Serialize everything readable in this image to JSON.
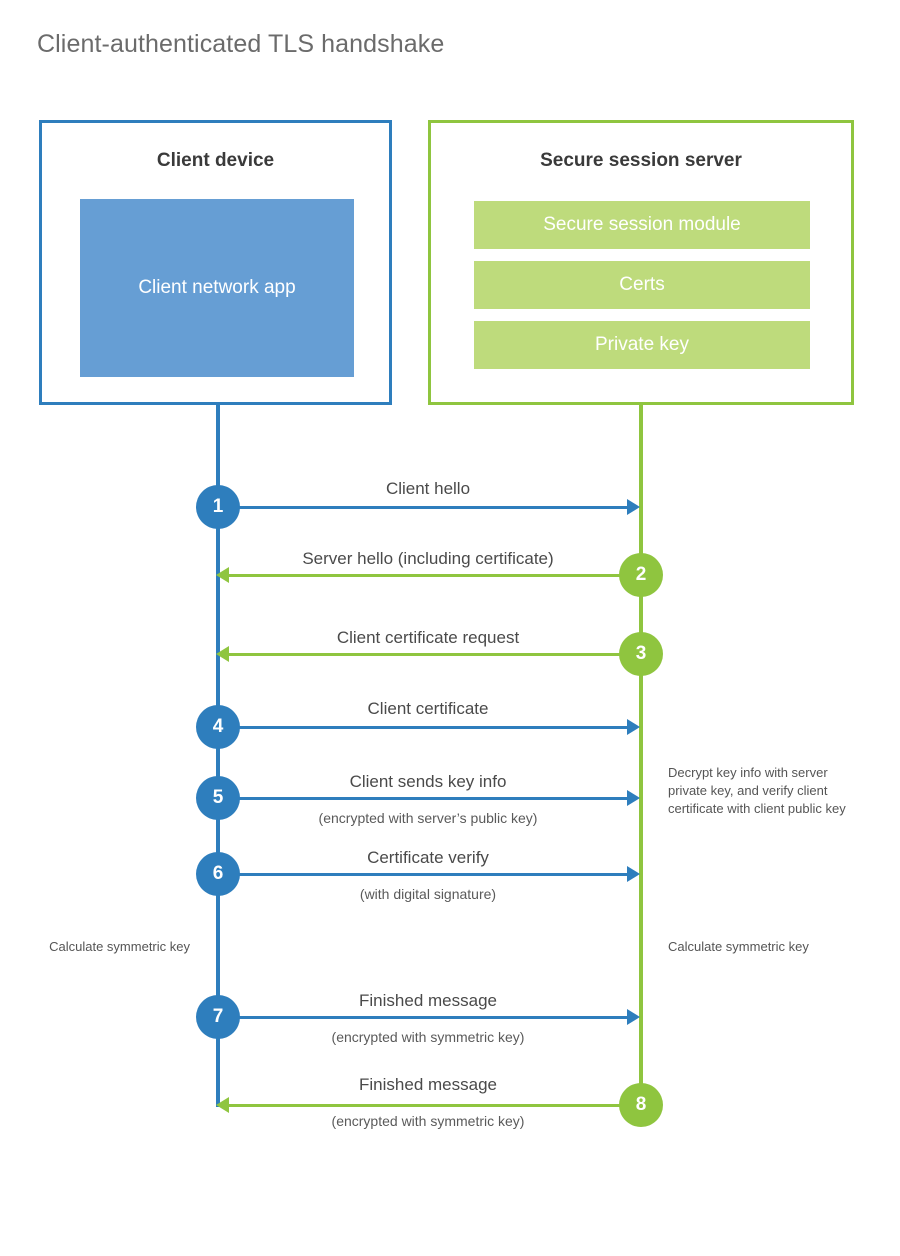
{
  "title": "Client-authenticated TLS handshake",
  "colors": {
    "client_accent": "#2e7ebd",
    "server_accent": "#8fc53f",
    "client_app_fill": "#669ed4",
    "server_module_fill": "#bedb7c",
    "title_text": "#6b6b6b",
    "label_text": "#4a4a4a"
  },
  "client": {
    "title": "Client device",
    "app_label": "Client network app"
  },
  "server": {
    "title": "Secure session server",
    "modules": [
      {
        "label": "Secure session module"
      },
      {
        "label": "Certs"
      },
      {
        "label": "Private key"
      }
    ]
  },
  "steps": [
    {
      "number": "1",
      "label": "Client hello",
      "sublabel": "",
      "direction": "right",
      "color": "client"
    },
    {
      "number": "2",
      "label": "Server hello (including certificate)",
      "sublabel": "",
      "direction": "left",
      "color": "server"
    },
    {
      "number": "3",
      "label": "Client certificate request",
      "sublabel": "",
      "direction": "left",
      "color": "server"
    },
    {
      "number": "4",
      "label": "Client certificate",
      "sublabel": "",
      "direction": "right",
      "color": "client"
    },
    {
      "number": "5",
      "label": "Client sends key info",
      "sublabel": "(encrypted with server’s public key)",
      "direction": "right",
      "color": "client"
    },
    {
      "number": "6",
      "label": "Certificate verify",
      "sublabel": "(with digital signature)",
      "direction": "right",
      "color": "client"
    },
    {
      "number": "7",
      "label": "Finished message",
      "sublabel": "(encrypted with symmetric key)",
      "direction": "right",
      "color": "client"
    },
    {
      "number": "8",
      "label": "Finished message",
      "sublabel": "(encrypted with symmetric key)",
      "direction": "left",
      "color": "server"
    }
  ],
  "notes": {
    "server_decrypt": "Decrypt key info with server private key, and verify client certificate with client public key",
    "client_calculate": "Calculate symmetric key",
    "server_calculate": "Calculate symmetric key"
  }
}
